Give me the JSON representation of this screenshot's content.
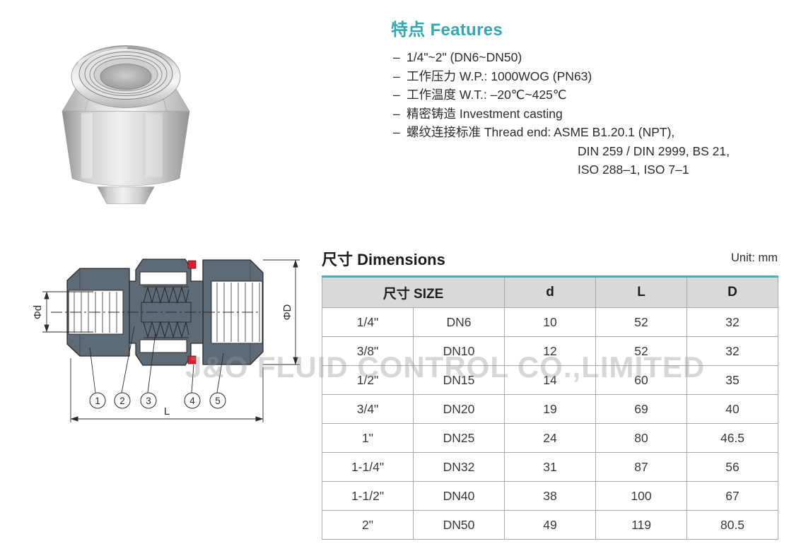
{
  "features": {
    "title": "特点 Features",
    "bullet": "–",
    "items": [
      "1/4\"~2\" (DN6~DN50)",
      "工作压力 W.P.: 1000WOG (PN63)",
      "工作温度 W.T.: –20℃~425℃",
      "精密铸造 Investment casting",
      "螺纹连接标准 Thread end: ASME B1.20.1 (NPT),"
    ],
    "continuations": [
      "DIN 259 / DIN 2999, BS 21,",
      "ISO 288–1, ISO 7–1"
    ]
  },
  "drawing": {
    "labels": {
      "phi_d": "Φd",
      "phi_D": "ΦD",
      "length": "L"
    },
    "callouts": [
      "1",
      "2",
      "3",
      "4",
      "5"
    ],
    "colors": {
      "body_slate": "#5c6b76",
      "seal_red": "#e8192b",
      "line": "#2b2b2b"
    }
  },
  "dimensions": {
    "title": "尺寸 Dimensions",
    "unit": "Unit: mm",
    "header": {
      "size": "尺寸 SIZE",
      "d": "d",
      "L": "L",
      "D": "D"
    },
    "rows": [
      [
        "1/4\"",
        "DN6",
        "10",
        "52",
        "32"
      ],
      [
        "3/8\"",
        "DN10",
        "12",
        "52",
        "32"
      ],
      [
        "1/2\"",
        "DN15",
        "14",
        "60",
        "35"
      ],
      [
        "3/4\"",
        "DN20",
        "19",
        "69",
        "40"
      ],
      [
        "1\"",
        "DN25",
        "24",
        "80",
        "46.5"
      ],
      [
        "1-1/4\"",
        "DN32",
        "31",
        "87",
        "56"
      ],
      [
        "1-1/2\"",
        "DN40",
        "38",
        "100",
        "67"
      ],
      [
        "2\"",
        "DN50",
        "49",
        "119",
        "80.5"
      ]
    ]
  },
  "watermark": "J&O FLUID CONTROL CO.,LIMITED",
  "colors": {
    "accent_teal": "#2fa9b6",
    "table_top_border": "#3fb2bb",
    "table_header_bg": "#d9d9d9"
  }
}
